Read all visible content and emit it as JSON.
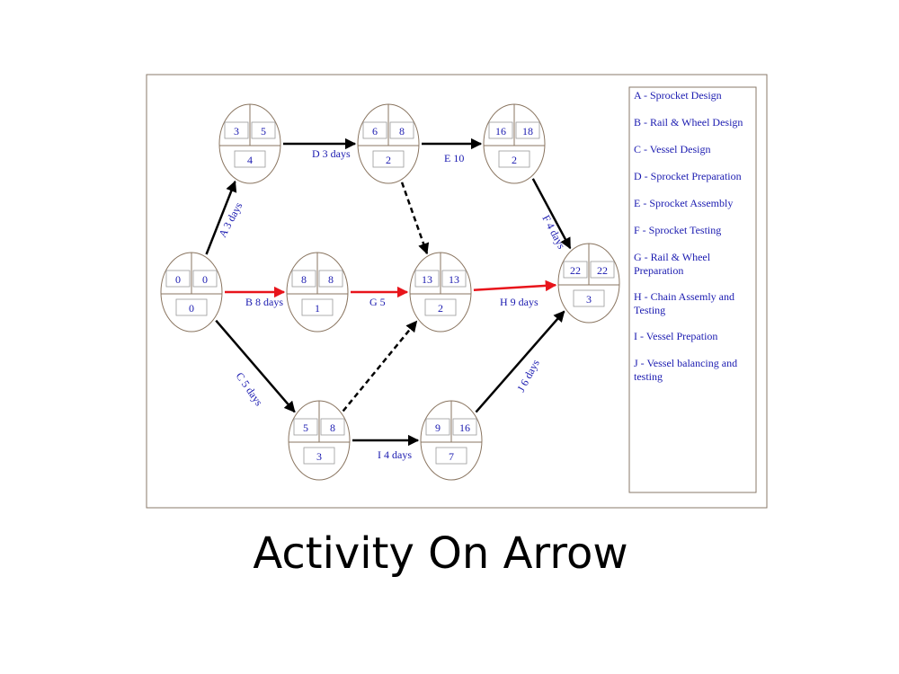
{
  "title": "Activity On Arrow",
  "colors": {
    "node_stroke": "#8a7560",
    "text": "#1a1ab0",
    "arrow": "#000000",
    "critical": "#e8141b",
    "frame": "#8a7a6a"
  },
  "nodes": [
    {
      "id": "n1",
      "es": "0",
      "lf": "0",
      "num": "0"
    },
    {
      "id": "n2",
      "es": "3",
      "lf": "5",
      "num": "4"
    },
    {
      "id": "n3",
      "es": "8",
      "lf": "8",
      "num": "1"
    },
    {
      "id": "n4",
      "es": "5",
      "lf": "8",
      "num": "3"
    },
    {
      "id": "n5",
      "es": "6",
      "lf": "8",
      "num": "2"
    },
    {
      "id": "n6",
      "es": "13",
      "lf": "13",
      "num": "2"
    },
    {
      "id": "n7",
      "es": "9",
      "lf": "16",
      "num": "7"
    },
    {
      "id": "n8",
      "es": "16",
      "lf": "18",
      "num": "2"
    },
    {
      "id": "n9",
      "es": "22",
      "lf": "22",
      "num": "3"
    }
  ],
  "arrows": [
    {
      "name": "activity-a",
      "from": "n1",
      "to": "n2",
      "label": "A 3 days",
      "style": "solid",
      "critical": false
    },
    {
      "name": "activity-b",
      "from": "n1",
      "to": "n3",
      "label": "B 8 days",
      "style": "solid",
      "critical": true
    },
    {
      "name": "activity-c",
      "from": "n1",
      "to": "n4",
      "label": "C 5 days",
      "style": "solid",
      "critical": false
    },
    {
      "name": "activity-d",
      "from": "n2",
      "to": "n5",
      "label": "D 3 days",
      "style": "solid",
      "critical": false
    },
    {
      "name": "activity-g",
      "from": "n3",
      "to": "n6",
      "label": "G 5",
      "style": "solid",
      "critical": true
    },
    {
      "name": "dummy-1",
      "from": "n5",
      "to": "n6",
      "label": "",
      "style": "dashed",
      "critical": false
    },
    {
      "name": "dummy-2",
      "from": "n4",
      "to": "n6",
      "label": "",
      "style": "dashed",
      "critical": false
    },
    {
      "name": "activity-i",
      "from": "n4",
      "to": "n7",
      "label": "I 4 days",
      "style": "solid",
      "critical": false
    },
    {
      "name": "activity-e",
      "from": "n5",
      "to": "n8",
      "label": "E 10",
      "style": "solid",
      "critical": false
    },
    {
      "name": "activity-h",
      "from": "n6",
      "to": "n9",
      "label": "H 9 days",
      "style": "solid",
      "critical": true
    },
    {
      "name": "activity-f",
      "from": "n8",
      "to": "n9",
      "label": "F 4 days",
      "style": "solid",
      "critical": false
    },
    {
      "name": "activity-j",
      "from": "n7",
      "to": "n9",
      "label": "J 6 days",
      "style": "solid",
      "critical": false
    }
  ],
  "legend": [
    {
      "key": "A",
      "lines": [
        "A - Sprocket Design"
      ]
    },
    {
      "key": "B",
      "lines": [
        "B - Rail & Wheel Design"
      ]
    },
    {
      "key": "C",
      "lines": [
        "C - Vessel Design"
      ]
    },
    {
      "key": "D",
      "lines": [
        "D - Sprocket Preparation"
      ]
    },
    {
      "key": "E",
      "lines": [
        "E - Sprocket Assembly"
      ]
    },
    {
      "key": "F",
      "lines": [
        "F - Sprocket Testing"
      ]
    },
    {
      "key": "G",
      "lines": [
        "G - Rail & Wheel",
        "Preparation"
      ]
    },
    {
      "key": "H",
      "lines": [
        "H - Chain Assemly and",
        "Testing"
      ]
    },
    {
      "key": "I",
      "lines": [
        "I - Vessel Prepation"
      ]
    },
    {
      "key": "J",
      "lines": [
        "J - Vessel balancing and",
        "testing"
      ]
    }
  ]
}
